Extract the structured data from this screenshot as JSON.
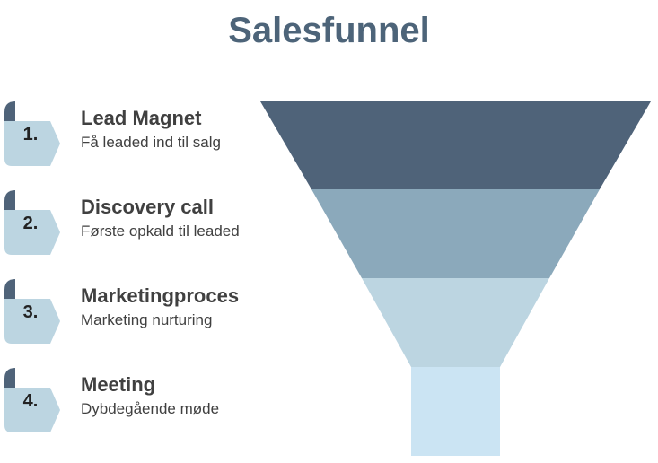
{
  "title": "Salesfunnel",
  "steps": [
    {
      "number": "1.",
      "heading": "Lead Magnet",
      "description": "Få leaded ind til salg"
    },
    {
      "number": "2.",
      "heading": "Discovery call",
      "description": "Første opkald til leaded"
    },
    {
      "number": "3.",
      "heading": "Marketingproces",
      "description": "Marketing nurturing"
    },
    {
      "number": "4.",
      "heading": "Meeting",
      "description": "Dybdegående møde"
    }
  ],
  "colors": {
    "title": "#4d6479",
    "badge_dark": "#4f6379",
    "badge_light": "#bcd5e1",
    "funnel": [
      "#4f6379",
      "#8ba9bb",
      "#bcd5e1",
      "#cbe4f3"
    ]
  }
}
